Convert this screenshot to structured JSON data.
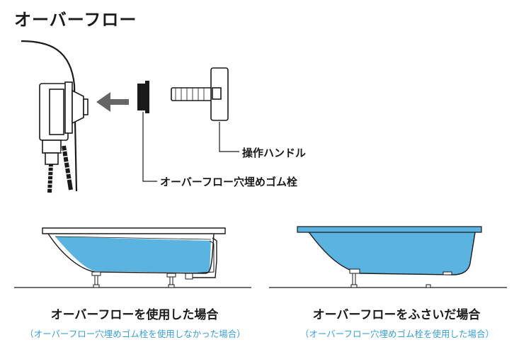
{
  "title": "オーバーフロー",
  "labels": {
    "handle": "操作ハンドル",
    "plug": "オーバーフロー穴埋めゴム栓"
  },
  "captions": {
    "left_main": "オーバーフローを使用した場合",
    "left_sub": "（オーバーフロー穴埋めゴム栓を使用しなかった場合）",
    "right_main": "オーバーフローをふさいだ場合",
    "right_sub": "（オーバーフロー穴埋めゴム栓を使用した場合）"
  },
  "colors": {
    "water": "#5bb4e0",
    "line": "#1a1a1a",
    "arrow": "#666666",
    "sub_caption": "#3aa0d8"
  }
}
